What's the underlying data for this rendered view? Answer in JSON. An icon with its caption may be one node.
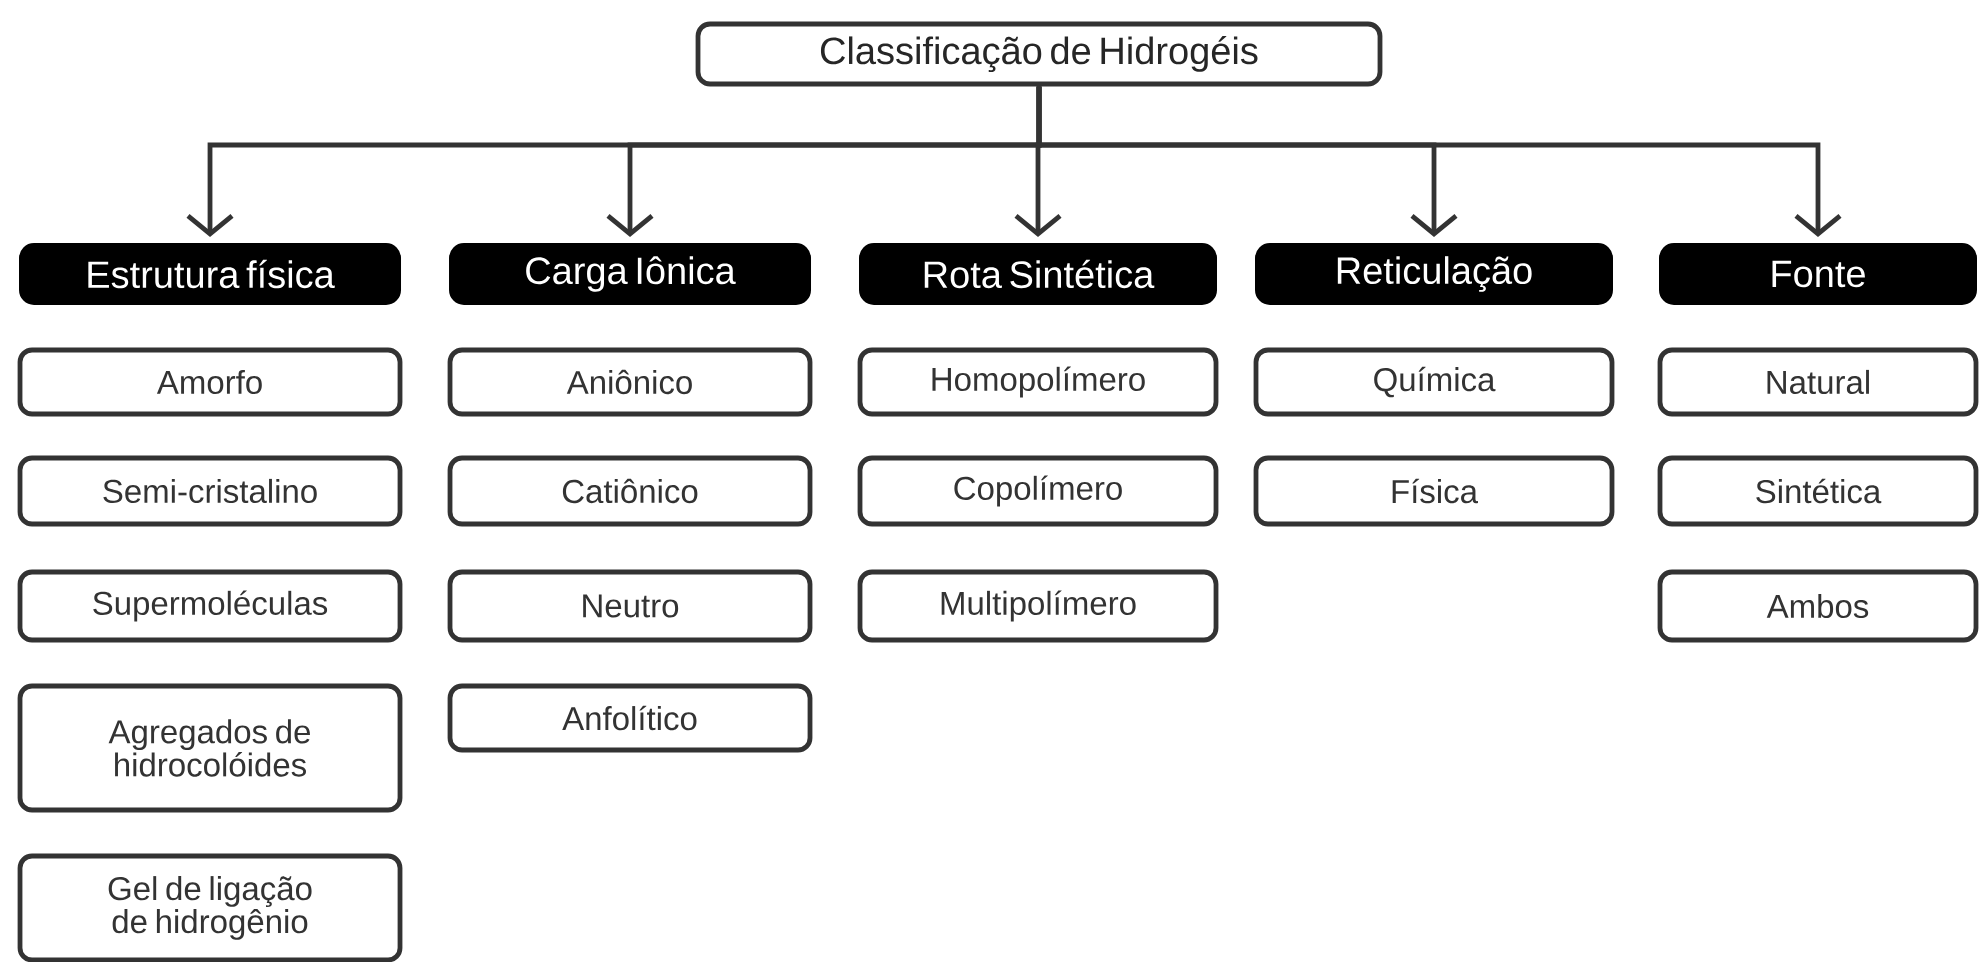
{
  "diagram": {
    "nodes": [
      {
        "text": [
          "Classificação de Hidrogéis"
        ]
      },
      {
        "text": [
          "Estrutura física"
        ]
      },
      {
        "text": [
          "Carga Iônica"
        ]
      },
      {
        "text": [
          "Rota Sintética"
        ]
      },
      {
        "text": [
          "Reticulação"
        ]
      },
      {
        "text": [
          "Fonte"
        ]
      },
      {
        "text": [
          "Amorfo"
        ]
      },
      {
        "text": [
          "Semi-cristalino"
        ]
      },
      {
        "text": [
          "Supermoléculas"
        ]
      },
      {
        "text": [
          "Agregados de hidrocolóides"
        ]
      },
      {
        "text": [
          "Gel de ligação de hidrogênio"
        ]
      },
      {
        "text": [
          "Aniônico"
        ]
      },
      {
        "text": [
          "Catiônico"
        ]
      },
      {
        "text": [
          "Neutro"
        ]
      },
      {
        "text": [
          "Anfolítico"
        ]
      },
      {
        "text": [
          "Homopolímero"
        ]
      },
      {
        "text": [
          "Copolímero"
        ]
      },
      {
        "text": [
          "Multipolímero"
        ]
      },
      {
        "text": [
          "Química"
        ]
      },
      {
        "text": [
          "Física"
        ]
      },
      {
        "text": [
          "Natural"
        ]
      },
      {
        "text": [
          "Sintética"
        ]
      },
      {
        "text": [
          "Ambos"
        ]
      }
    ],
    "edges": [
      {
        "from": 0,
        "to": 1,
        "arrow": "to"
      },
      {
        "from": 0,
        "to": 2,
        "arrow": "to"
      },
      {
        "from": 0,
        "to": 3,
        "arrow": "to"
      },
      {
        "from": 0,
        "to": 4,
        "arrow": "to"
      },
      {
        "from": 0,
        "to": 5,
        "arrow": "to"
      }
    ]
  }
}
